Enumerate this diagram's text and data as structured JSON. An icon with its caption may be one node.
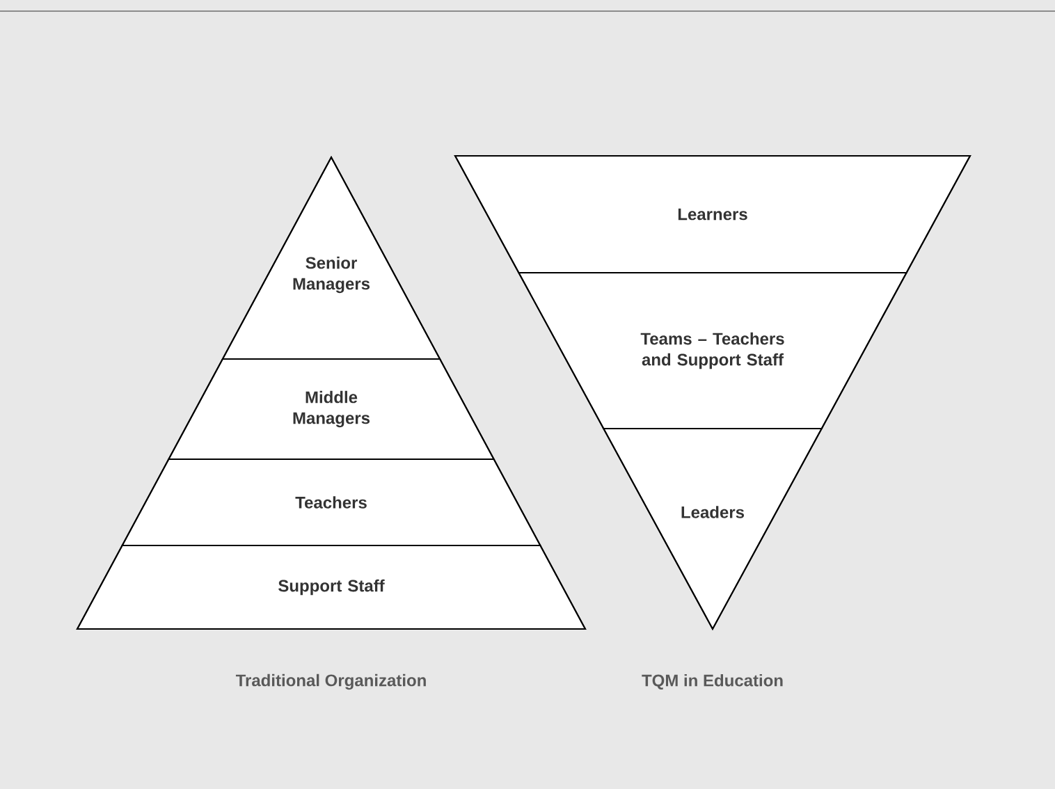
{
  "diagram": {
    "nodes": [
      {
        "text": [
          "Traditional Organization"
        ]
      },
      {
        "text": [
          "Senior Managers"
        ],
        "in": 0
      },
      {
        "text": [
          "Middle Managers"
        ],
        "in": 0
      },
      {
        "text": [
          "Teachers"
        ],
        "in": 0
      },
      {
        "text": [
          "Support Staff"
        ],
        "in": 0
      },
      {
        "text": [
          "TQM in Education"
        ]
      },
      {
        "text": [
          "Learners"
        ],
        "in": 5
      },
      {
        "text": [
          "Teams – Teachers and Support Staff"
        ],
        "in": 5
      },
      {
        "text": [
          "Leaders"
        ],
        "in": 5
      }
    ]
  }
}
